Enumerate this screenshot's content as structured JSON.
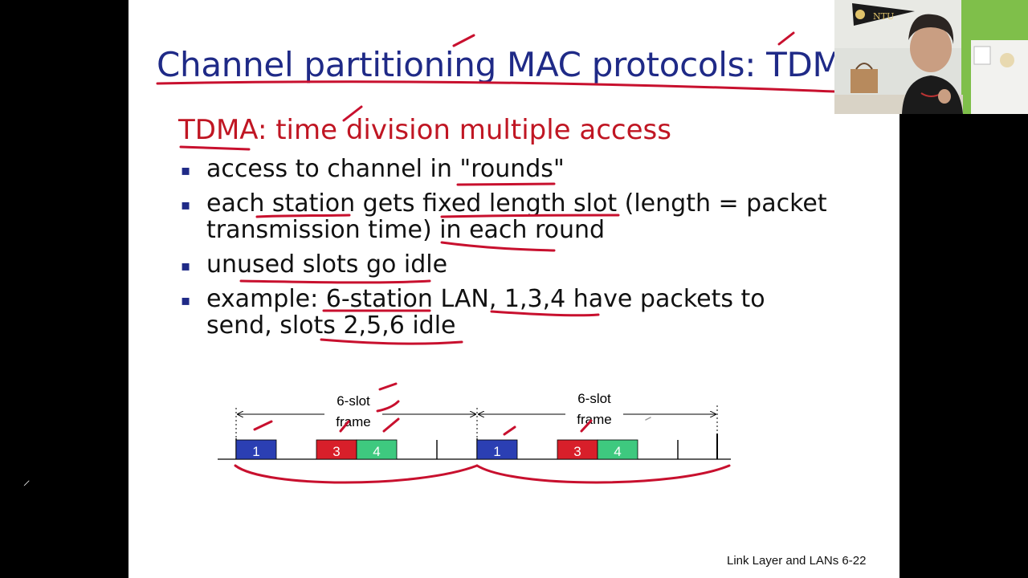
{
  "slide": {
    "title": "Channel partitioning MAC protocols: TDMA",
    "subtitle": "TDMA: time division multiple access",
    "bullets": [
      {
        "line1": "access to channel in \"rounds\"",
        "line2": ""
      },
      {
        "line1": "each station gets fixed length slot (length = packet",
        "line2": "transmission time) in each round"
      },
      {
        "line1": "unused slots go idle",
        "line2": ""
      },
      {
        "line1": "example: 6-station LAN, 1,3,4 have packets to",
        "line2": "send, slots 2,5,6 idle"
      }
    ],
    "bullet_marker": "▪",
    "footer": "Link Layer and LANs  6-22"
  },
  "diagram": {
    "frame_label_line1": "6-slot",
    "frame_label_line2": "frame",
    "frames": [
      {
        "slots": [
          {
            "label": "1",
            "color": "#2b3fb3"
          },
          {
            "label": "3",
            "color": "#d81f2a"
          },
          {
            "label": "4",
            "color": "#3ec97f"
          }
        ]
      },
      {
        "slots": [
          {
            "label": "1",
            "color": "#2b3fb3"
          },
          {
            "label": "3",
            "color": "#d81f2a"
          },
          {
            "label": "4",
            "color": "#3ec97f"
          }
        ]
      }
    ]
  },
  "webcam": {
    "pennant_text": "NTU",
    "pennant_color": "#1a1a1a"
  },
  "colors": {
    "title": "#1f2a87",
    "subtitle": "#c01623",
    "annotation_ink": "#c8102e"
  }
}
